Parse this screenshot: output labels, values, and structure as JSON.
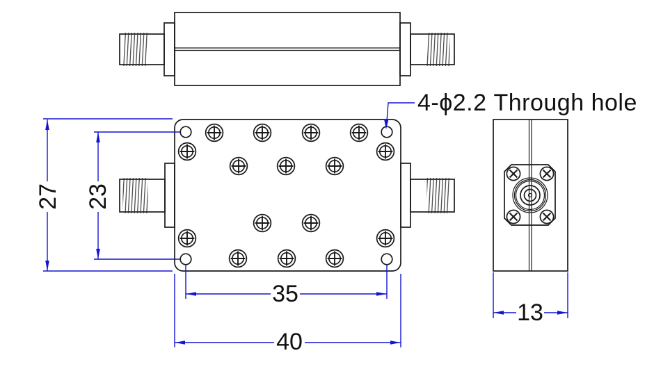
{
  "annotation": {
    "through_hole_label": "4-ϕ2.2 Through hole"
  },
  "dimensions": {
    "overall_height": "27",
    "mount_hole_vertical_spacing": "23",
    "mount_hole_horizontal_spacing": "35",
    "overall_length": "40",
    "body_depth": "13"
  },
  "colors": {
    "dimension_blue": "#1414d2",
    "line_black": "#1a1a1a",
    "background": "#ffffff"
  }
}
